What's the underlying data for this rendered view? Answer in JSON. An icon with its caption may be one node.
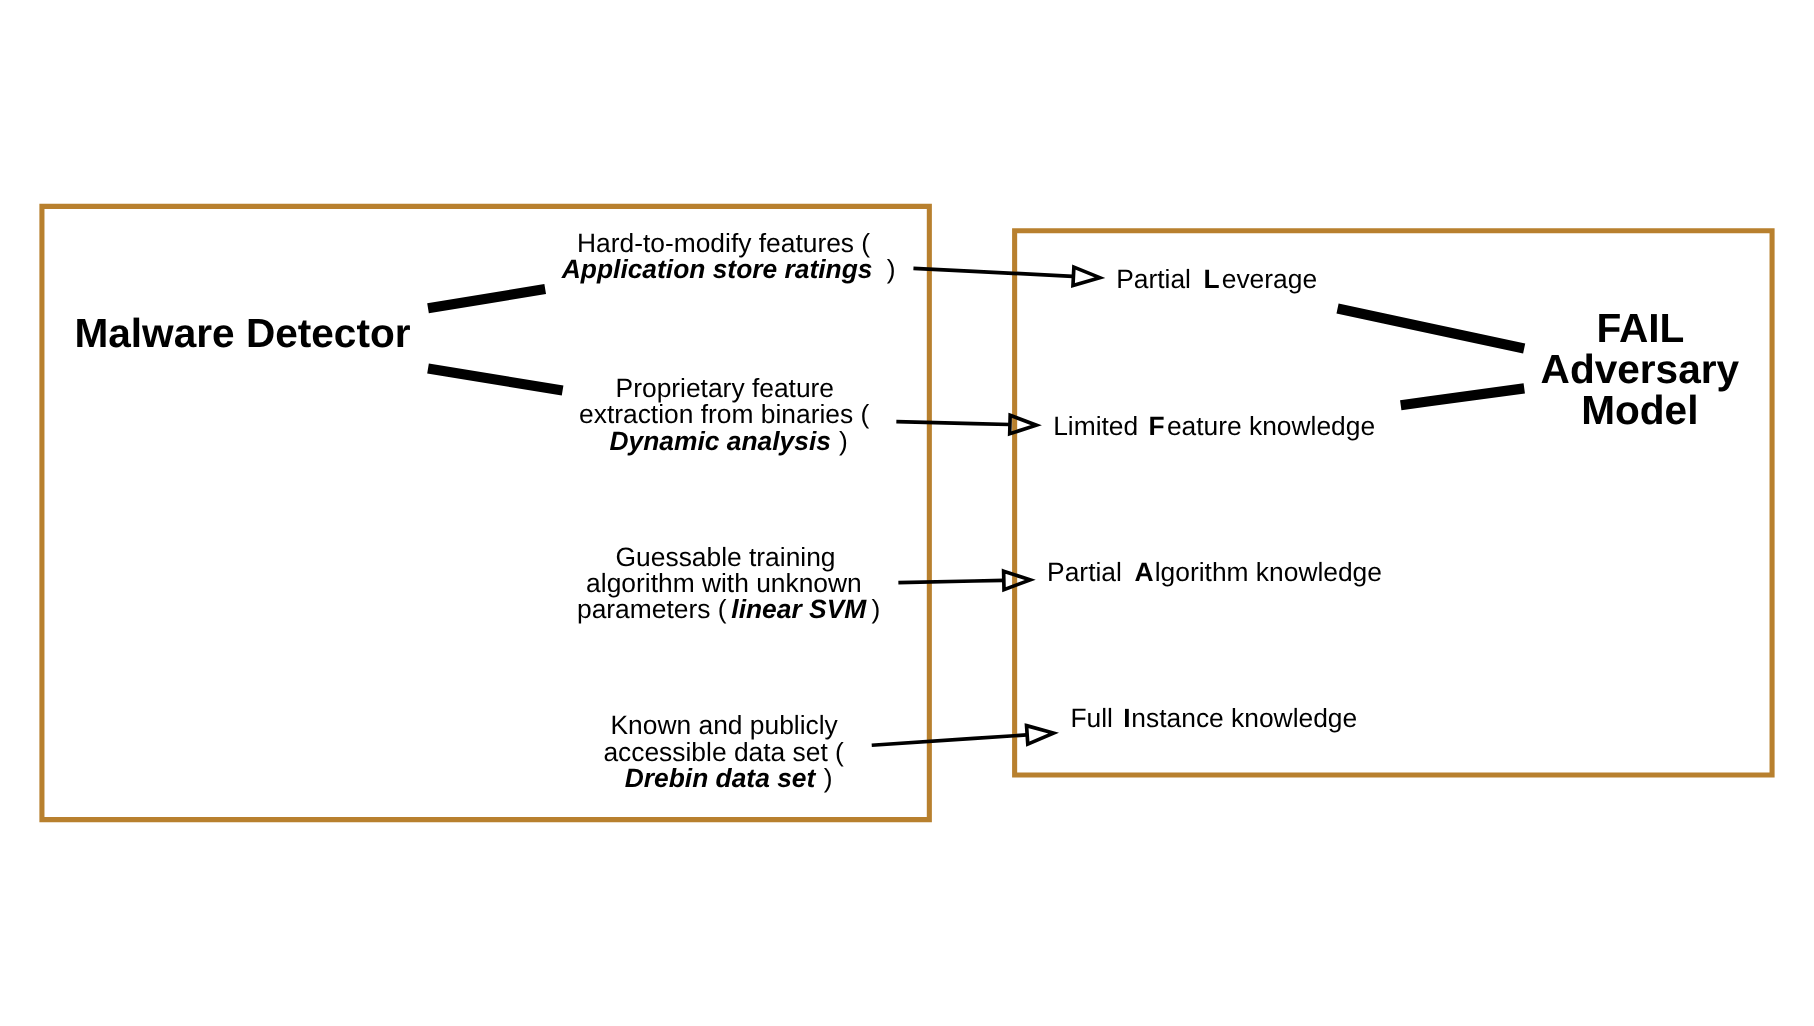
{
  "diagram": {
    "nodes": [
      {
        "text": [],
        "shape": "box"
      },
      {
        "text": [
          "Malware Detector"
        ],
        "in": 0
      },
      {
        "text": [
          "Proprietary feature extraction from binaries (**Dynamic analysis**)"
        ],
        "in": 0
      },
      {
        "text": [
          "Guessable training algorithm with unknown parameters (**linear SVM**)"
        ],
        "in": 0
      },
      {
        "text": [
          "Known and publicly accessible data set (**Drebin data set**)"
        ],
        "in": 0
      },
      {
        "text": [
          "Hard-to-modify features (**Application store ratings**)"
        ],
        "in": 0
      },
      {
        "text": [],
        "shape": "box"
      },
      {
        "text": [
          "Limited **F**eature knowledge"
        ],
        "in": 6
      },
      {
        "text": [
          "Partial **A**lgorithm knowledge"
        ],
        "in": 6
      },
      {
        "text": [
          "Full **I**nstance knowledge"
        ],
        "in": 6
      },
      {
        "text": [
          "Partial **L**everage"
        ],
        "in": 6
      },
      {
        "text": [
          "FAIL Adversary Model"
        ],
        "in": 6
      }
    ],
    "edges": [
      {
        "from": 1,
        "to": 2,
        "arrow": "none",
        "style": "thick"
      },
      {
        "from": 1,
        "to": 5,
        "arrow": "none",
        "style": "thick"
      },
      {
        "from": 2,
        "to": 7,
        "arrow": "to"
      },
      {
        "from": 3,
        "to": 8,
        "arrow": "to"
      },
      {
        "from": 4,
        "to": 9,
        "arrow": "to"
      },
      {
        "from": 5,
        "to": 10,
        "arrow": "to"
      },
      {
        "from": 11,
        "to": 7,
        "arrow": "none",
        "style": "thick"
      },
      {
        "from": 11,
        "to": 10,
        "arrow": "none",
        "style": "thick"
      }
    ]
  }
}
